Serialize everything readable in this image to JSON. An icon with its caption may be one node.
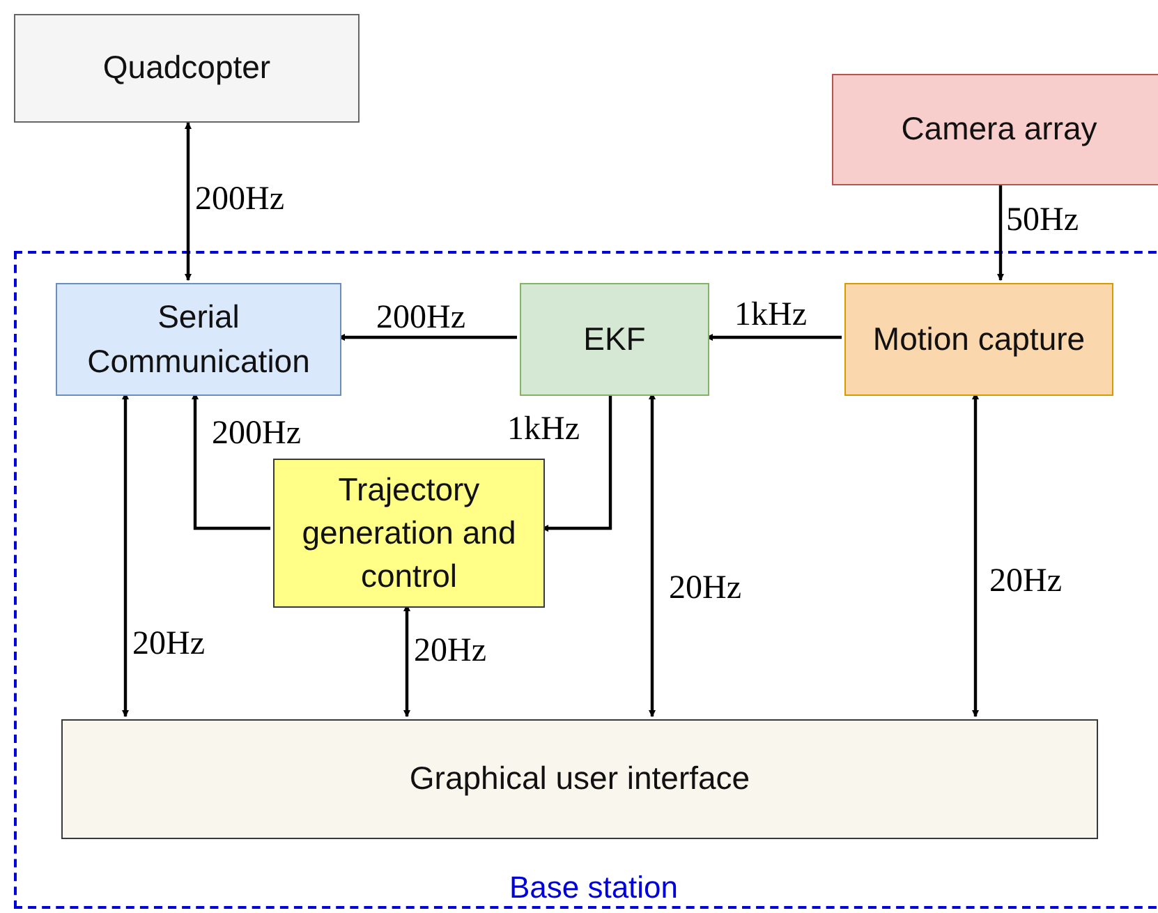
{
  "diagram": {
    "nodes": [
      {
        "text": [
          "Quadcopter"
        ]
      },
      {
        "text": [
          "Camera array"
        ]
      },
      {
        "text": [
          "Base station"
        ]
      },
      {
        "text": [
          "Serial Communication"
        ],
        "in": 2
      },
      {
        "text": [
          "EKF"
        ],
        "in": 2
      },
      {
        "text": [
          "Motion capture"
        ],
        "in": 2
      },
      {
        "text": [
          "Trajectory generation and control"
        ],
        "in": 2
      },
      {
        "text": [
          "Graphical user interface"
        ],
        "in": 2
      }
    ],
    "edges": [
      {
        "from": 0,
        "to": 3,
        "arrow": "both",
        "label": "200Hz"
      },
      {
        "from": 1,
        "to": 5,
        "arrow": "to",
        "label": "50Hz"
      },
      {
        "from": 5,
        "to": 4,
        "arrow": "to",
        "label": "1kHz"
      },
      {
        "from": 4,
        "to": 3,
        "arrow": "to",
        "label": "200Hz"
      },
      {
        "from": 4,
        "to": 6,
        "arrow": "to",
        "label": "1kHz"
      },
      {
        "from": 6,
        "to": 3,
        "arrow": "to",
        "label": "200Hz"
      },
      {
        "from": 3,
        "to": 7,
        "arrow": "both",
        "label": "20Hz"
      },
      {
        "from": 6,
        "to": 7,
        "arrow": "both",
        "label": "20Hz"
      },
      {
        "from": 4,
        "to": 7,
        "arrow": "both",
        "label": "20Hz"
      },
      {
        "from": 5,
        "to": 7,
        "arrow": "both",
        "label": "20Hz"
      }
    ]
  }
}
